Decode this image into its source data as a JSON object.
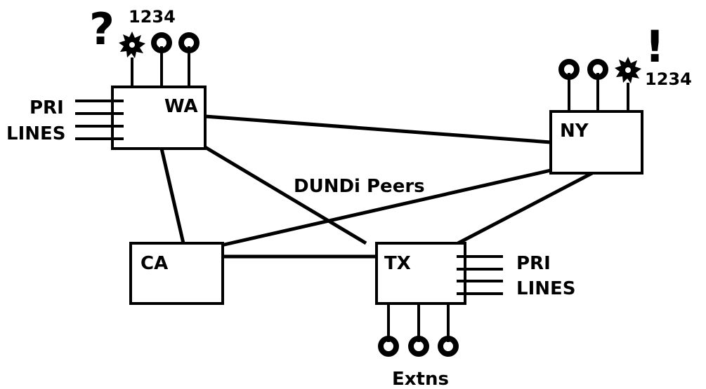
{
  "nodes": {
    "wa": {
      "label": "WA"
    },
    "ny": {
      "label": "NY"
    },
    "ca": {
      "label": "CA"
    },
    "tx": {
      "label": "TX"
    }
  },
  "peer_label": "DUNDi Peers",
  "wa_pri": {
    "line1": "PRI",
    "line2": "LINES"
  },
  "tx_pri": {
    "line1": "PRI",
    "line2": "LINES"
  },
  "wa_query": {
    "mark": "?",
    "number": "1234"
  },
  "ny_answer": {
    "mark": "!",
    "number": "1234"
  },
  "extensions_label": "Extns"
}
